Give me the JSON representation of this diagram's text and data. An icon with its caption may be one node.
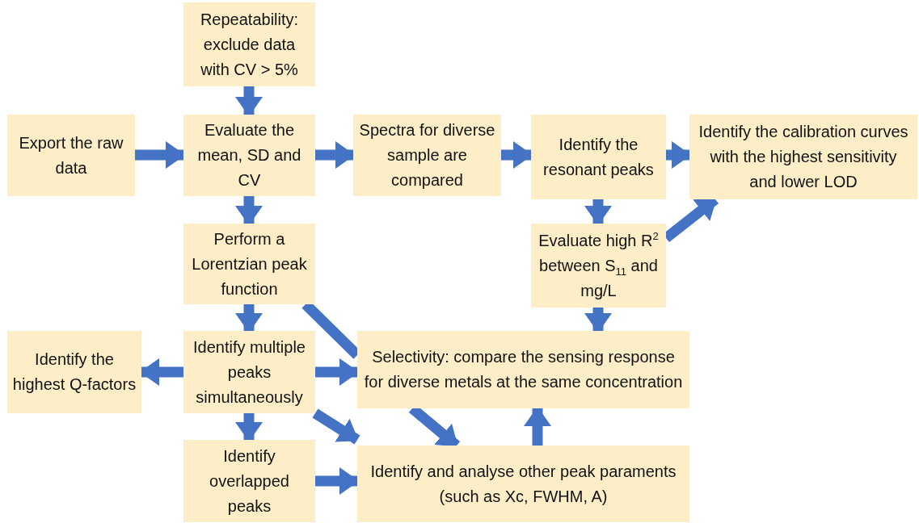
{
  "diagram": {
    "nodes": [
      {
        "text": [
          "Repeatability: exclude data with CV > 5%"
        ]
      },
      {
        "text": [
          "Export the raw data"
        ]
      },
      {
        "text": [
          "Evaluate the mean, SD and CV"
        ]
      },
      {
        "text": [
          "Spectra for diverse sample are compared"
        ]
      },
      {
        "text": [
          "Identify the resonant peaks"
        ]
      },
      {
        "text": [
          "Identify the calibration curves with the highest sensitivity and lower LOD"
        ]
      },
      {
        "text": [
          "Perform a Lorentzian peak function"
        ]
      },
      {
        "text": [
          "Evaluate high R$^{2}$ between S$_{11}$ and mg/L"
        ]
      },
      {
        "text": [
          "Identify the highest Q-factors"
        ]
      },
      {
        "text": [
          "Identify multiple peaks simultaneously"
        ]
      },
      {
        "text": [
          "Selectivity: compare the sensing response for diverse metals at the same concentration"
        ]
      },
      {
        "text": [
          "Identify overlapped peaks"
        ]
      },
      {
        "text": [
          "Identify and analyse other peak paraments (such as Xc, FWHM, A)"
        ]
      }
    ],
    "edges": [
      {
        "from": 0,
        "to": 2,
        "arrow": "to"
      },
      {
        "from": 1,
        "to": 2,
        "arrow": "to"
      },
      {
        "from": 2,
        "to": 3,
        "arrow": "to"
      },
      {
        "from": 3,
        "to": 4,
        "arrow": "to"
      },
      {
        "from": 4,
        "to": 5,
        "arrow": "to"
      },
      {
        "from": 2,
        "to": 6,
        "arrow": "to"
      },
      {
        "from": 4,
        "to": 7,
        "arrow": "to"
      },
      {
        "from": 7,
        "to": 5,
        "arrow": "to"
      },
      {
        "from": 6,
        "to": 9,
        "arrow": "to"
      },
      {
        "from": 6,
        "to": 10,
        "arrow": "none"
      },
      {
        "from": 9,
        "to": 8,
        "arrow": "to"
      },
      {
        "from": 9,
        "to": 10,
        "arrow": "to"
      },
      {
        "from": 9,
        "to": 12,
        "arrow": "to"
      },
      {
        "from": 9,
        "to": 11,
        "arrow": "to"
      },
      {
        "from": 7,
        "to": 10,
        "arrow": "to"
      },
      {
        "from": 10,
        "to": 12,
        "arrow": "to"
      },
      {
        "from": 12,
        "to": 10,
        "arrow": "to"
      },
      {
        "from": 11,
        "to": 12,
        "arrow": "to"
      }
    ]
  }
}
